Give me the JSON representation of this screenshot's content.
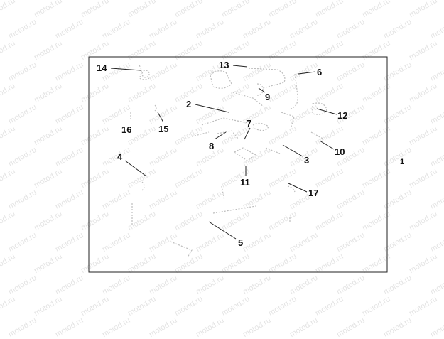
{
  "watermark": "motod.ru",
  "sheet_number": "1",
  "callouts": [
    {
      "id": "14",
      "label": "14"
    },
    {
      "id": "13",
      "label": "13"
    },
    {
      "id": "6",
      "label": "6"
    },
    {
      "id": "9",
      "label": "9"
    },
    {
      "id": "2",
      "label": "2"
    },
    {
      "id": "12",
      "label": "12"
    },
    {
      "id": "16",
      "label": "16"
    },
    {
      "id": "15",
      "label": "15"
    },
    {
      "id": "7",
      "label": "7"
    },
    {
      "id": "8",
      "label": "8"
    },
    {
      "id": "10",
      "label": "10"
    },
    {
      "id": "3",
      "label": "3"
    },
    {
      "id": "4",
      "label": "4"
    },
    {
      "id": "11",
      "label": "11"
    },
    {
      "id": "17",
      "label": "17"
    },
    {
      "id": "5",
      "label": "5"
    }
  ]
}
